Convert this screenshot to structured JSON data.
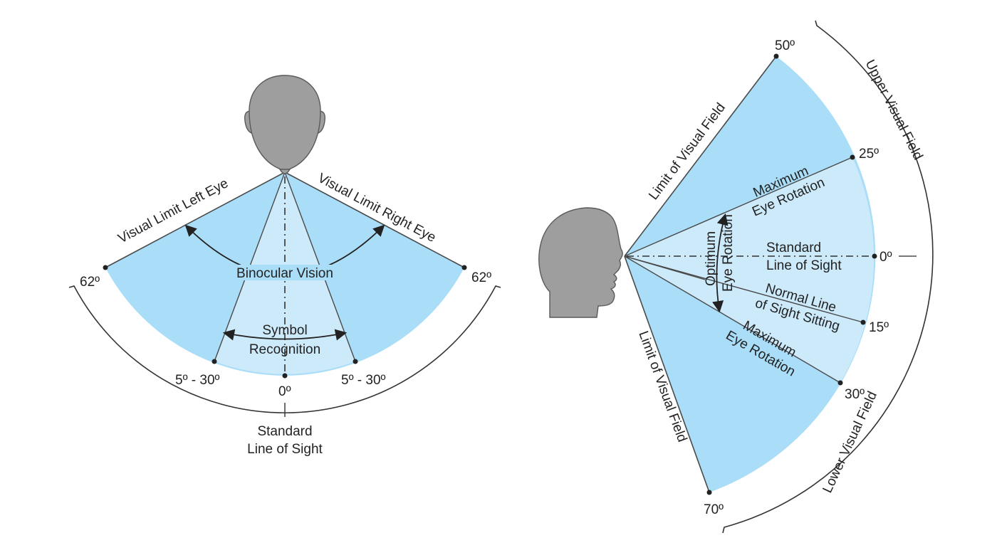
{
  "colors": {
    "outer_field": "#aadef8",
    "inner_field": "#cdeafb",
    "head_fill": "#9e9e9e",
    "line": "#4a4a4a"
  },
  "top_view": {
    "visual_limit_left_eye": "Visual Limit Left Eye",
    "visual_limit_right_eye": "Visual Limit Right Eye",
    "binocular_vision": "Binocular Vision",
    "symbol_line1": "Symbol",
    "symbol_line2": "Recognition",
    "deg_left_62": "62º",
    "deg_right_62": "62º",
    "deg_left_range": "5º - 30º",
    "deg_right_range": "5º - 30º",
    "deg_center": "0º",
    "standard_line1": "Standard",
    "standard_line2": "Line of Sight"
  },
  "side_view": {
    "limit_upper": "Limit of Visual Field",
    "limit_lower": "Limit of Visual Field",
    "upper_visual_field": "Upper Visual Field",
    "lower_visual_field": "Lower Visual Field",
    "max_rot_upper_line1": "Maximum",
    "max_rot_upper_line2": "Eye Rotation",
    "max_rot_lower_line1": "Maximum",
    "max_rot_lower_line2": "Eye Rotation",
    "standard_line1": "Standard",
    "standard_line2": "Line of Sight",
    "normal_line1": "Normal Line",
    "normal_line2": "of Sight Sitting",
    "optimum_line1": "Optimum",
    "optimum_line2": "Eye Rotation",
    "deg_50": "50º",
    "deg_25": "25º",
    "deg_0": "0º",
    "deg_15": "15º",
    "deg_30": "30º",
    "deg_70": "70º"
  }
}
